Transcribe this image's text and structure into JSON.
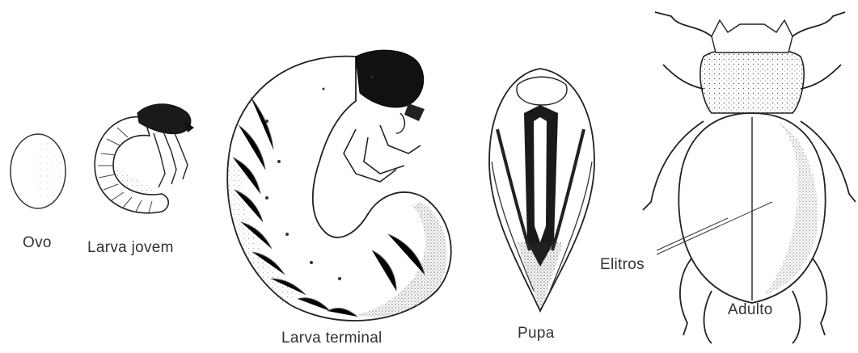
{
  "diagram": {
    "stages": [
      {
        "id": "egg",
        "label": "Ovo"
      },
      {
        "id": "young-larva",
        "label": "Larva jovem"
      },
      {
        "id": "terminal-larva",
        "label": "Larva terminal"
      },
      {
        "id": "pupa",
        "label": "Pupa"
      },
      {
        "id": "adult",
        "label": "Adulto"
      }
    ],
    "annotation": {
      "label": "Elitros"
    },
    "colors": {
      "ink": "#1a1a1a",
      "background": "#ffffff"
    }
  }
}
